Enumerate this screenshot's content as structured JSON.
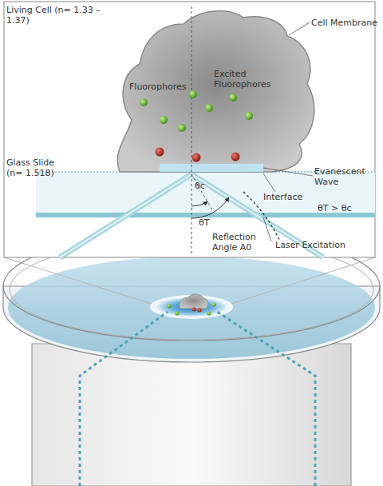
{
  "diagram": {
    "nodes": [
      {
        "text": [
          "Living Cell (n= 1.33 – 1.37)",
          "Fluorophores",
          "Excited Fluorophores"
        ]
      },
      {
        "text": [
          "Glass Slide (n= 1.518)"
        ]
      }
    ],
    "labels": [
      "Cell Membrane",
      "Evanescent Wave",
      "Interface",
      "θc",
      "θT",
      "θT > θc",
      "Reflection Angle A0",
      "Laser Excitation"
    ]
  }
}
